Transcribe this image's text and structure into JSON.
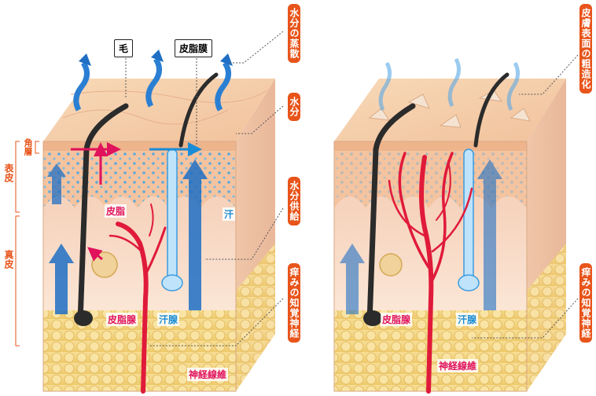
{
  "left_panel": {
    "hair": "毛",
    "sebum_film": "皮脂膜",
    "stratum_corneum": "角層",
    "epidermis": "表皮",
    "dermis": "真皮",
    "sebum": "皮脂",
    "sweat": "汗",
    "sebaceous_gland": "皮脂腺",
    "sweat_gland": "汗腺",
    "nerve_fiber": "神経線維"
  },
  "callouts_left": [
    "水分の蒸散",
    "水分",
    "水分供給",
    "痒みの知覚神経"
  ],
  "right_panel": {
    "sebaceous_gland": "皮脂腺",
    "sweat_gland": "汗腺",
    "nerve_fiber": "神経線維"
  },
  "callouts_right": [
    "皮膚表面の粗造化",
    "痒みの知覚神経"
  ],
  "colors": {
    "callout": "#e8541a",
    "nerve": "#e0125c",
    "sweat": "#1a8cd6",
    "water": "#1f6fc4"
  }
}
